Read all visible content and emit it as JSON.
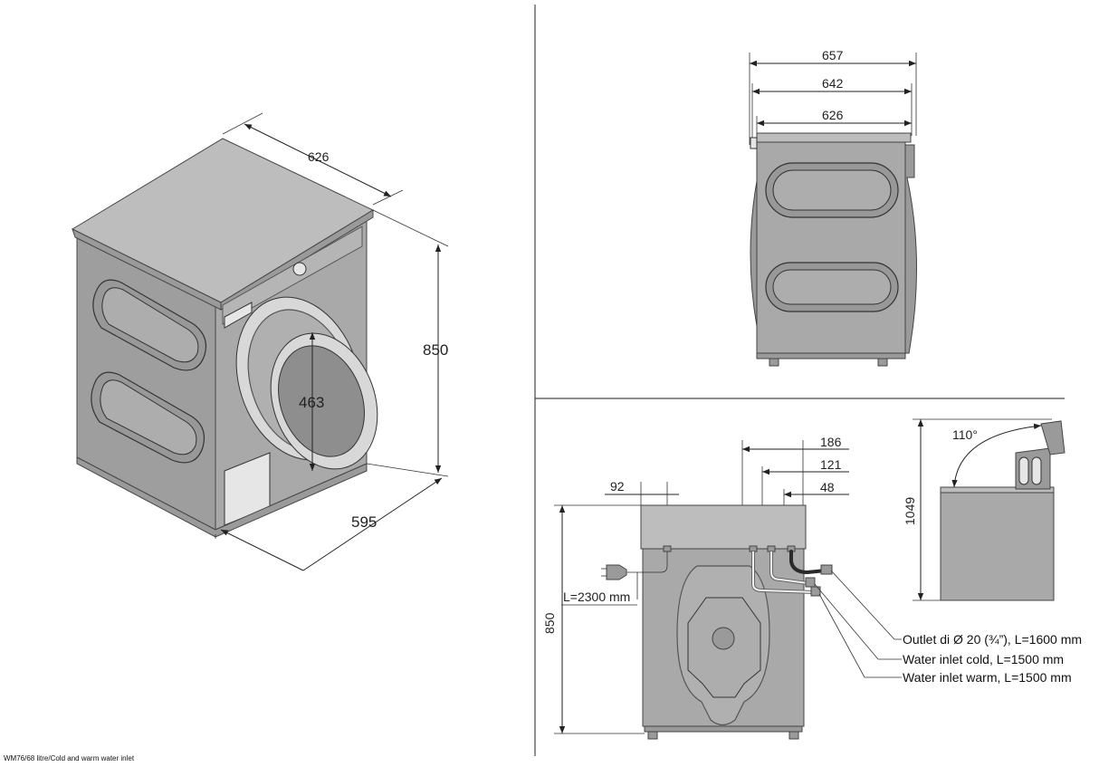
{
  "iso_view": {
    "width_label": "626",
    "height_label": "850",
    "door_label": "463",
    "depth_label": "595"
  },
  "side_view": {
    "dim_top": "657",
    "dim_mid": "642",
    "dim_low": "626"
  },
  "rear_view": {
    "dim_92": "92",
    "dim_186": "186",
    "dim_121": "121",
    "dim_48": "48",
    "height_label": "850",
    "cable_label": "L=2300 mm",
    "callouts": [
      "Outlet di Ø 20 (¾”), L=1600 mm",
      "Water inlet cold, L=1500 mm",
      "Water inlet warm, L=1500 mm"
    ]
  },
  "lid_view": {
    "angle_label": "110°",
    "height_label": "1049"
  },
  "caption": "WM76/68 litre/Cold and warm water inlet"
}
